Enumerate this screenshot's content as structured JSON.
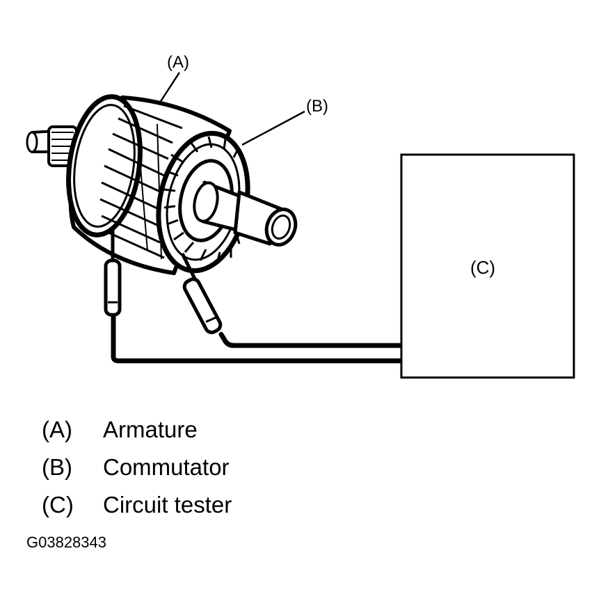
{
  "diagram": {
    "callouts": {
      "a": "(A)",
      "b": "(B)",
      "c": "(C)"
    },
    "legend": [
      {
        "key": "(A)",
        "label": "Armature"
      },
      {
        "key": "(B)",
        "label": "Commutator"
      },
      {
        "key": "(C)",
        "label": "Circuit tester"
      }
    ],
    "figure_code": "G03828343"
  }
}
